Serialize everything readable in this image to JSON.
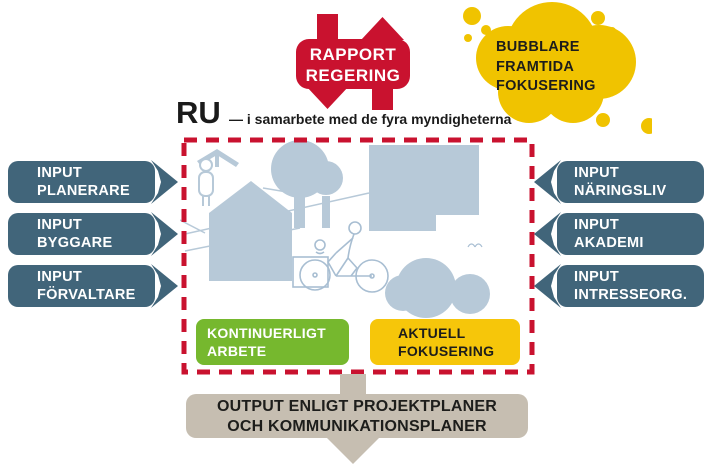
{
  "title": {
    "main": "RU",
    "subtitle": "— i samarbete med de fyra myndigheterna"
  },
  "rapport": {
    "line1": "RAPPORT",
    "line2": "REGERING"
  },
  "bubble": {
    "line1": "BUBBLARE",
    "line2": "FRAMTIDA",
    "line3": "FOKUSERING"
  },
  "inputs_left": [
    {
      "line1": "INPUT",
      "line2": "PLANERARE"
    },
    {
      "line1": "INPUT",
      "line2": "BYGGARE"
    },
    {
      "line1": "INPUT",
      "line2": "FÖRVALTARE"
    }
  ],
  "inputs_right": [
    {
      "line1": "INPUT",
      "line2": "NÄRINGSLIV"
    },
    {
      "line1": "INPUT",
      "line2": "AKADEMI"
    },
    {
      "line1": "INPUT",
      "line2": "INTRESSEORG."
    }
  ],
  "process": {
    "continuous": {
      "line1": "KONTINUERLIGT",
      "line2": "ARBETE"
    },
    "focus": {
      "line1": "AKTUELL",
      "line2": "FOKUSERING"
    }
  },
  "output": {
    "line1": "OUTPUT ENLIGT PROJEKTPLANER",
    "line2": "OCH KOMMUNIKATIONSPLANER"
  },
  "colors": {
    "red": "#c9122f",
    "teal": "#41657a",
    "yellow_cloud": "#f0c300",
    "yellow_box": "#f6c60a",
    "green": "#76b82e",
    "taupe": "#c6beb1",
    "illustration_blue": "#b7c9d8"
  }
}
